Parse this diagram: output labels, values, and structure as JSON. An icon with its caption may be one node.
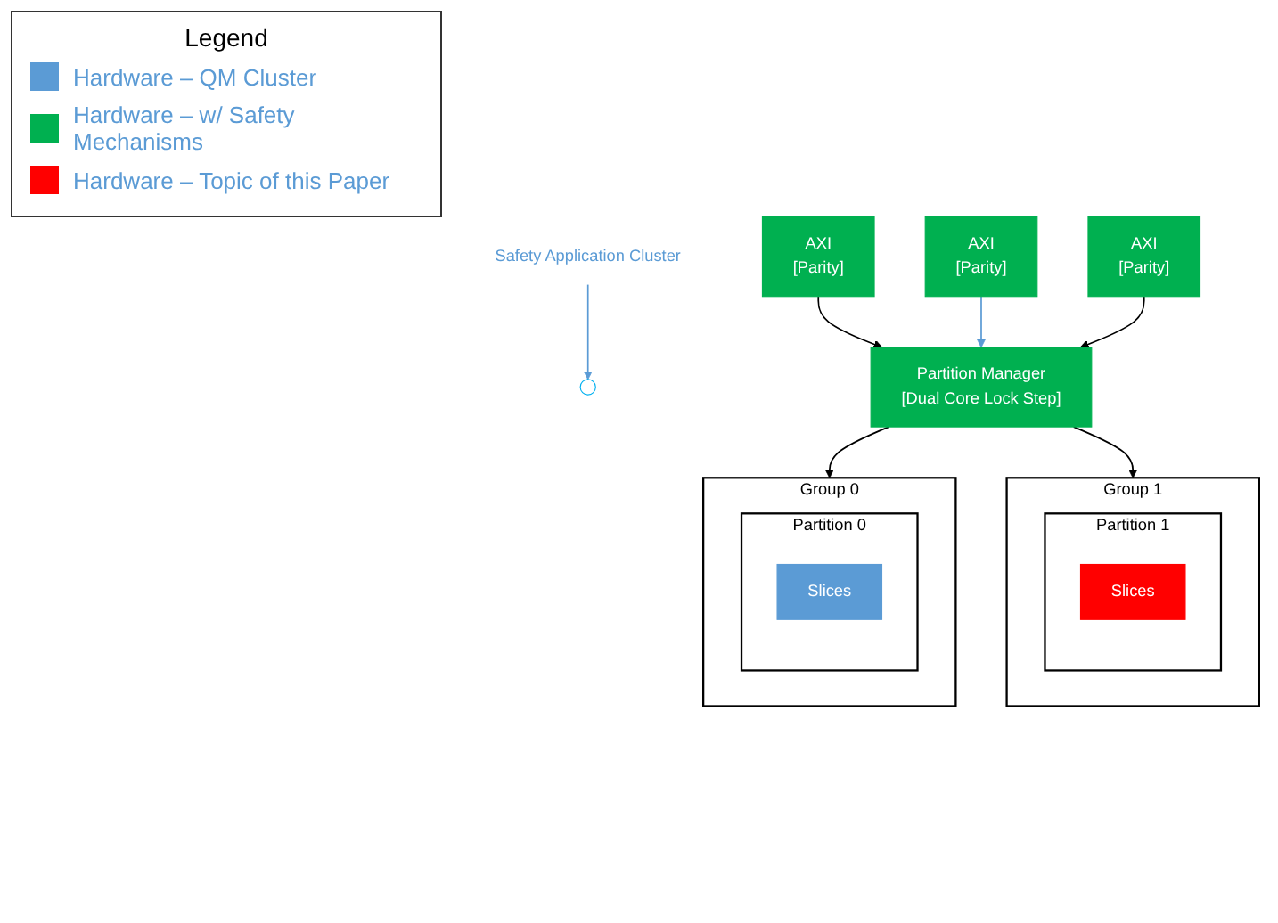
{
  "diagram": {
    "nodes": [
      {
        "text": [
          "Safety Application Cluster"
        ]
      },
      {
        "text": [],
        "shape": "circle"
      },
      {
        "text": [
          "AXI",
          "[Parity]"
        ]
      },
      {
        "text": [
          "AXI",
          "[Parity]"
        ]
      },
      {
        "text": [
          "AXI",
          "[Parity]"
        ]
      },
      {
        "text": [
          "Partition Manager",
          "[Dual Core Lock Step]"
        ]
      },
      {
        "text": [
          "Group 0"
        ]
      },
      {
        "text": [
          "Partition 0"
        ],
        "in": 6
      },
      {
        "text": [
          "Slices"
        ],
        "in": 7
      },
      {
        "text": [
          "Group 1"
        ]
      },
      {
        "text": [
          "Partition 1"
        ],
        "in": 9
      },
      {
        "text": [
          "Slices"
        ],
        "in": 10
      }
    ],
    "edges": [
      {
        "from": 0,
        "to": 1,
        "arrow": "to",
        "color": "#5b9bd5"
      },
      {
        "from": 2,
        "to": 5,
        "arrow": "to"
      },
      {
        "from": 3,
        "to": 5,
        "arrow": "to",
        "color": "#5b9bd5"
      },
      {
        "from": 4,
        "to": 5,
        "arrow": "to"
      },
      {
        "from": 5,
        "to": 6,
        "arrow": "to"
      },
      {
        "from": 5,
        "to": 9,
        "arrow": "to"
      }
    ],
    "labels": [
      "Legend"
    ],
    "legend": [
      {
        "text": "Hardware – QM Cluster",
        "color": "#5b9bd5"
      },
      {
        "text": "Hardware – w/ Safety Mechanisms",
        "color": "#00b050"
      },
      {
        "text": "Hardware – Topic of this Paper",
        "color": "#ff0000"
      }
    ]
  }
}
